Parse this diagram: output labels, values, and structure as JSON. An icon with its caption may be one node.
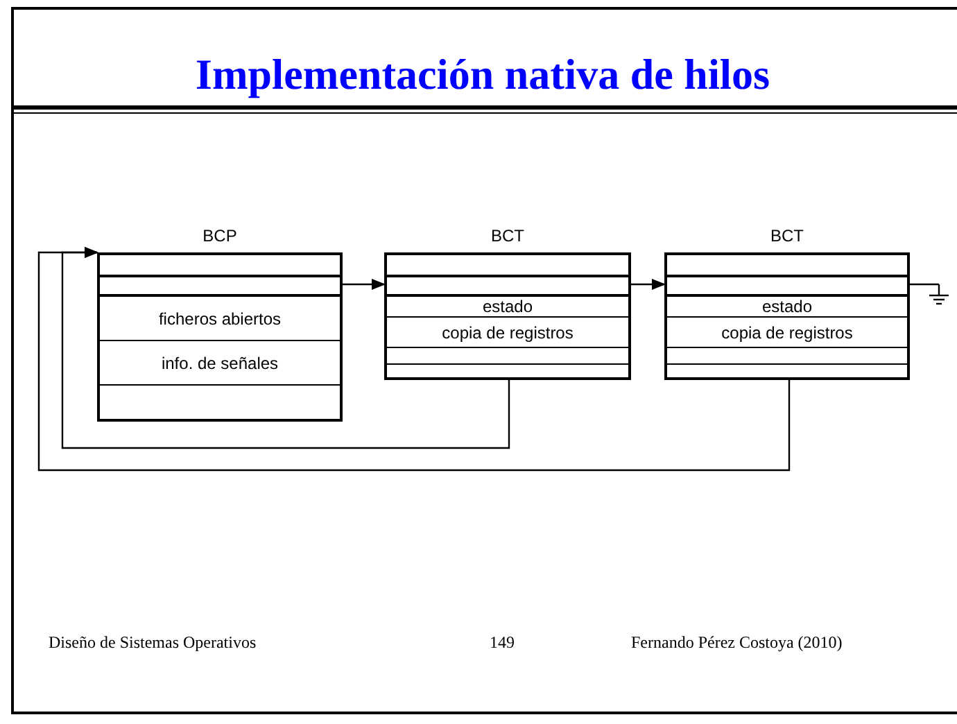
{
  "diagram": {
    "title": "Implementación nativa de hilos",
    "nodes": [
      {
        "text": [
          "BCP",
          "ficheros abiertos",
          "info. de señales"
        ]
      },
      {
        "text": [
          "BCT",
          "estado",
          "copia de registros"
        ]
      },
      {
        "text": [
          "BCT",
          "estado",
          "copia de registros"
        ]
      },
      {
        "text": [],
        "shape": "ground"
      }
    ],
    "edges": [
      {
        "from": 0,
        "to": 1,
        "arrow": "to"
      },
      {
        "from": 1,
        "to": 2,
        "arrow": "to"
      },
      {
        "from": 2,
        "to": 3,
        "arrow": "other"
      },
      {
        "from": 1,
        "to": 0,
        "arrow": "to"
      },
      {
        "from": 2,
        "to": 0,
        "arrow": "to"
      }
    ],
    "labels": [
      "Diseño de Sistemas Operativos",
      "149",
      "Fernando Pérez Costoya (2010)"
    ]
  }
}
